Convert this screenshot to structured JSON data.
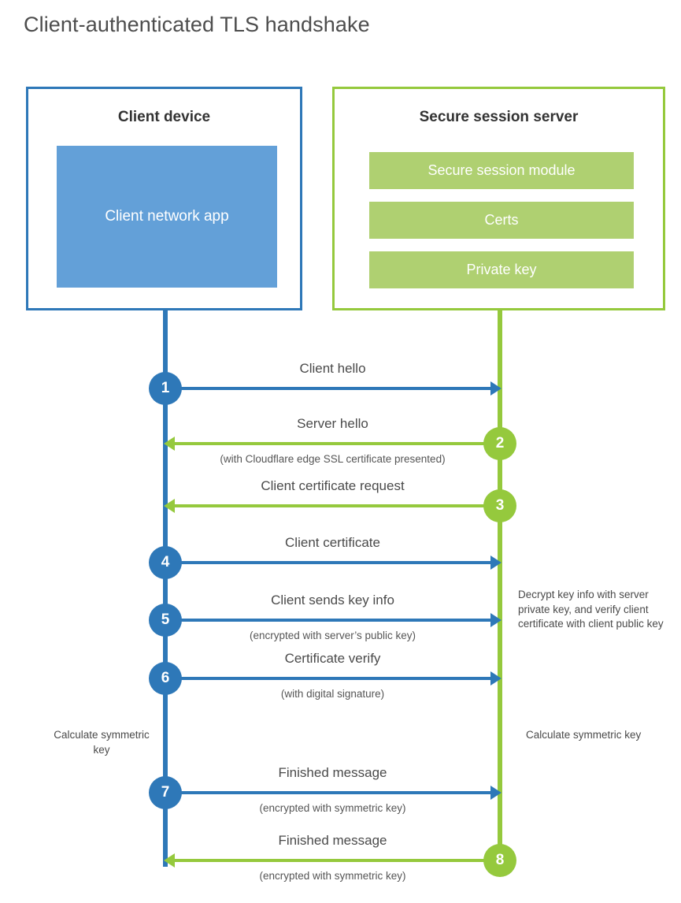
{
  "title": "Client-authenticated TLS handshake",
  "colors": {
    "blue": "#2e78b8",
    "blue_fill": "#63a0d8",
    "green": "#95c93d",
    "green_fill": "#afd071",
    "text": "#4a4a4a",
    "background": "#ffffff"
  },
  "client": {
    "title": "Client device",
    "blocks": [
      {
        "label": "Client network app"
      }
    ]
  },
  "server": {
    "title": "Secure session server",
    "blocks": [
      {
        "label": "Secure session module"
      },
      {
        "label": "Certs"
      },
      {
        "label": "Private key"
      }
    ]
  },
  "steps": [
    {
      "number": "1",
      "label": "Client hello",
      "sublabel": "",
      "direction": "client-to-server",
      "origin": "client",
      "color": "blue"
    },
    {
      "number": "2",
      "label": "Server hello",
      "sublabel": "(with Cloudflare edge SSL certificate presented)",
      "direction": "server-to-client",
      "origin": "server",
      "color": "green"
    },
    {
      "number": "3",
      "label": "Client certificate request",
      "sublabel": "",
      "direction": "server-to-client",
      "origin": "server",
      "color": "green"
    },
    {
      "number": "4",
      "label": "Client certificate",
      "sublabel": "",
      "direction": "client-to-server",
      "origin": "client",
      "color": "blue"
    },
    {
      "number": "5",
      "label": "Client sends key info",
      "sublabel": "(encrypted with server’s public key)",
      "direction": "client-to-server",
      "origin": "client",
      "color": "blue"
    },
    {
      "number": "6",
      "label": "Certificate verify",
      "sublabel": "(with digital signature)",
      "direction": "client-to-server",
      "origin": "client",
      "color": "blue"
    },
    {
      "number": "7",
      "label": "Finished message",
      "sublabel": "(encrypted with symmetric key)",
      "direction": "client-to-server",
      "origin": "client",
      "color": "blue"
    },
    {
      "number": "8",
      "label": "Finished message",
      "sublabel": "(encrypted with symmetric key)",
      "direction": "server-to-client",
      "origin": "server",
      "color": "green"
    }
  ],
  "annotations": {
    "server_decrypt": "Decrypt key info with server private key, and verify client certificate with client public key",
    "client_calculate": "Calculate symmetric key",
    "server_calculate": "Calculate symmetric key"
  }
}
